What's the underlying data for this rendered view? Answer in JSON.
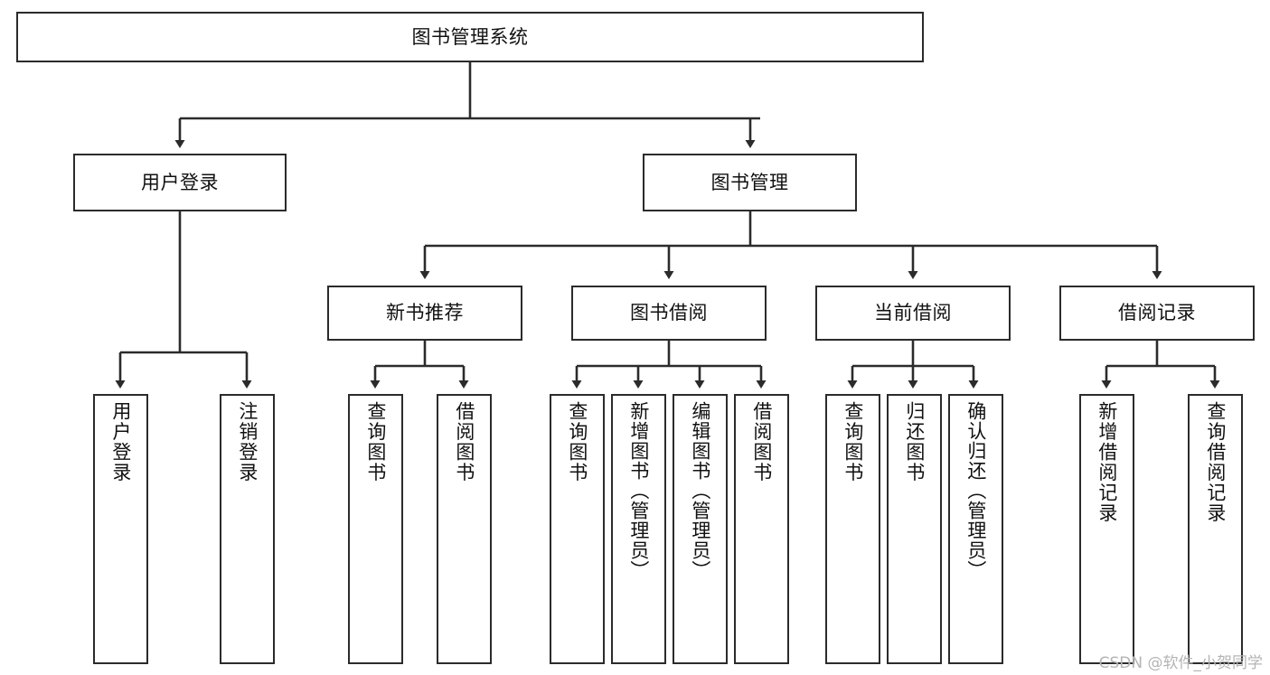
{
  "diagram": {
    "title": "图书管理系统",
    "type": "tree-hierarchy-chart",
    "watermark": "CSDN @软件_小贺同学",
    "colors": {
      "background": "#ffffff",
      "box_border": "#2b2b2b",
      "box_fill": "#ffffff",
      "text": "#111111",
      "edge": "#2b2b2b",
      "watermark": "#b4b4b4"
    },
    "levels": {
      "root": "图书管理系统",
      "level2": [
        "用户登录",
        "图书管理"
      ],
      "level3": [
        "新书推荐",
        "图书借阅",
        "当前借阅",
        "借阅记录"
      ]
    }
  },
  "nodes": {
    "root": {
      "label": "图书管理系统"
    },
    "user_login": {
      "label": "用户登录"
    },
    "book_manage": {
      "label": "图书管理"
    },
    "new_book_rec": {
      "label": "新书推荐"
    },
    "book_borrow": {
      "label": "图书借阅"
    },
    "current_borrow": {
      "label": "当前借阅"
    },
    "borrow_record": {
      "label": "借阅记录"
    },
    "leaf_user_login": {
      "label": "用户登录"
    },
    "leaf_logout": {
      "label": "注销登录"
    },
    "leaf_query_book_1": {
      "label": "查询图书"
    },
    "leaf_borrow_book_1": {
      "label": "借阅图书"
    },
    "leaf_query_book_2": {
      "label": "查询图书"
    },
    "leaf_add_book": {
      "label": "新增图书（管理员）"
    },
    "leaf_edit_book": {
      "label": "编辑图书（管理员）"
    },
    "leaf_borrow_book_2": {
      "label": "借阅图书"
    },
    "leaf_query_book_3": {
      "label": "查询图书"
    },
    "leaf_return_book": {
      "label": "归还图书"
    },
    "leaf_confirm_return": {
      "label": "确认归还（管理员）"
    },
    "leaf_add_record": {
      "label": "新增借阅记录"
    },
    "leaf_query_record": {
      "label": "查询借阅记录"
    }
  },
  "edges": [
    {
      "from": "root",
      "to": "user_login"
    },
    {
      "from": "root",
      "to": "book_manage"
    },
    {
      "from": "user_login",
      "to": "leaf_user_login"
    },
    {
      "from": "user_login",
      "to": "leaf_logout"
    },
    {
      "from": "book_manage",
      "to": "new_book_rec"
    },
    {
      "from": "book_manage",
      "to": "book_borrow"
    },
    {
      "from": "book_manage",
      "to": "current_borrow"
    },
    {
      "from": "book_manage",
      "to": "borrow_record"
    },
    {
      "from": "new_book_rec",
      "to": "leaf_query_book_1"
    },
    {
      "from": "new_book_rec",
      "to": "leaf_borrow_book_1"
    },
    {
      "from": "book_borrow",
      "to": "leaf_query_book_2"
    },
    {
      "from": "book_borrow",
      "to": "leaf_add_book"
    },
    {
      "from": "book_borrow",
      "to": "leaf_edit_book"
    },
    {
      "from": "book_borrow",
      "to": "leaf_borrow_book_2"
    },
    {
      "from": "current_borrow",
      "to": "leaf_query_book_3"
    },
    {
      "from": "current_borrow",
      "to": "leaf_return_book"
    },
    {
      "from": "current_borrow",
      "to": "leaf_confirm_return"
    },
    {
      "from": "borrow_record",
      "to": "leaf_add_record"
    },
    {
      "from": "borrow_record",
      "to": "leaf_query_record"
    }
  ]
}
